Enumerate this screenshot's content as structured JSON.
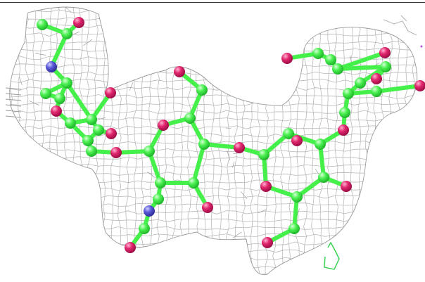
{
  "figure": {
    "kind": "molecular-structure-render",
    "style": {
      "background": "#ffffff",
      "mesh_color": "#b9b9b9",
      "mesh_dark_color": "#8f8f8f",
      "carbon_color": "#45f04a",
      "carbon_highlight": "#c9ffc9",
      "oxygen_color": "#e0236f",
      "oxygen_highlight": "#ff9dc4",
      "nitrogen_color": "#5a59d6",
      "nitrogen_highlight": "#b9b8ff",
      "bond_color": "#45f04a",
      "frame_line_color": "#3a3a3a",
      "decoy_pentagon_color": "#2fd24a"
    },
    "atom_legend": [
      {
        "element": "carbon",
        "icon": "carbon-atom-icon"
      },
      {
        "element": "oxygen",
        "icon": "oxygen-atom-icon"
      },
      {
        "element": "nitrogen",
        "icon": "nitrogen-atom-icon"
      }
    ]
  }
}
